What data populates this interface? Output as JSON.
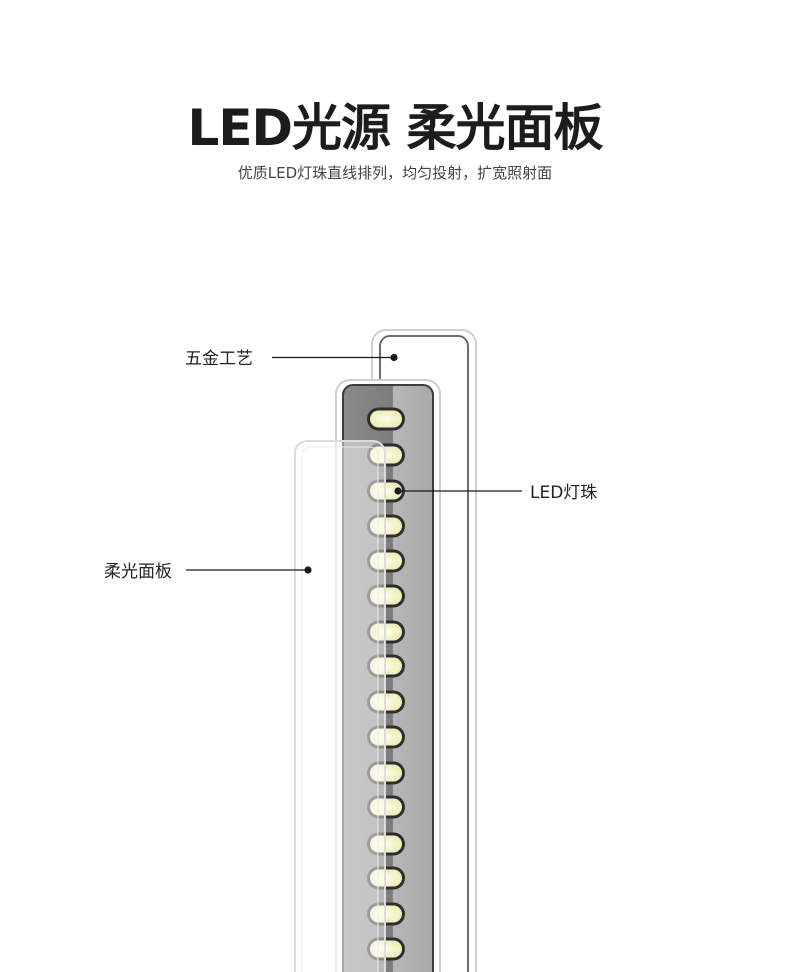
{
  "header": {
    "title": "LED光源 柔光面板",
    "subtitle": "优质LED灯珠直线排列，均匀投射，扩宽照射面"
  },
  "callouts": {
    "metal": "五金工艺",
    "led": "LED灯珠",
    "panel": "柔光面板"
  },
  "colors": {
    "led_bead": "#f4f4c6",
    "bar_dark": "#7a7a7a",
    "bar_light": "#b3b3b3"
  }
}
